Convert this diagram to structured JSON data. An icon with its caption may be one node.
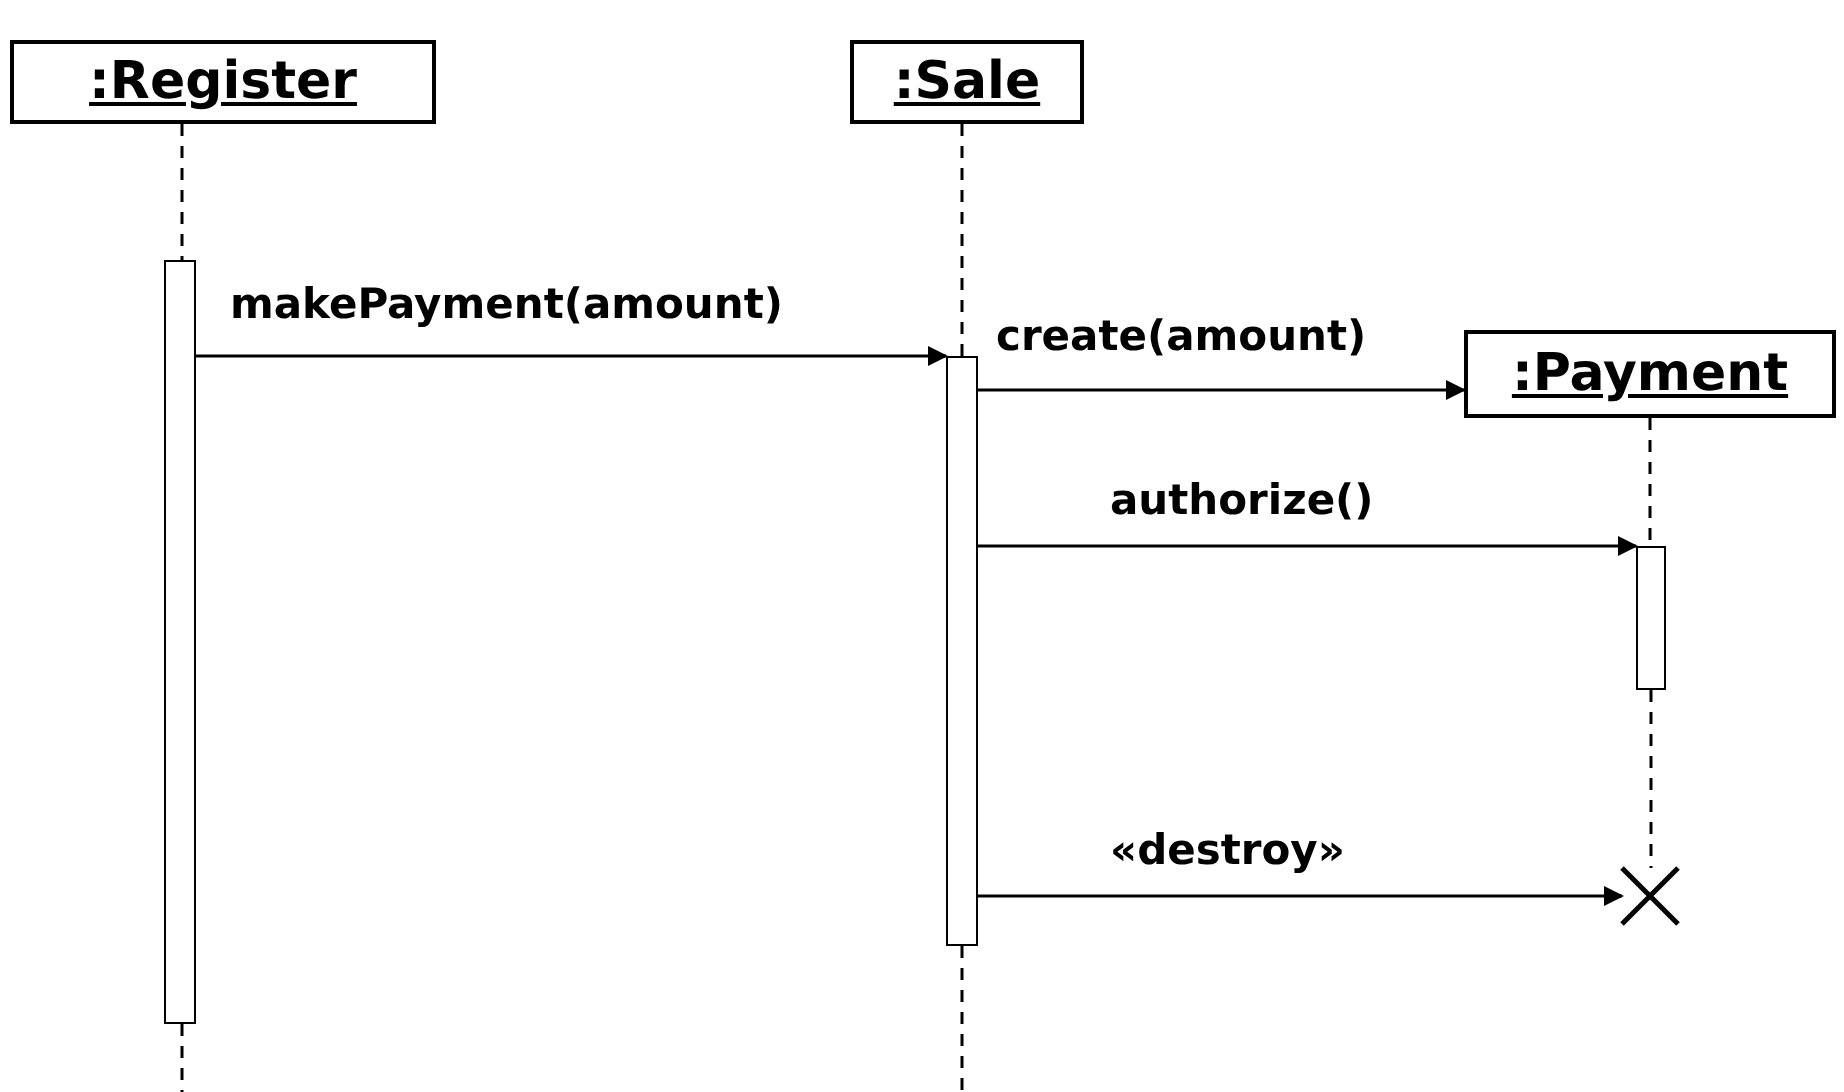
{
  "diagram": {
    "nodes": [
      {
        "text": [
          ":Register"
        ]
      },
      {
        "text": [
          ":Sale"
        ]
      },
      {
        "text": [
          ":Payment"
        ]
      },
      {
        "text": [],
        "shape": "bar"
      },
      {
        "text": [],
        "shape": "bar"
      },
      {
        "text": [],
        "shape": "bar"
      },
      {
        "text": [],
        "shape": "cross"
      }
    ],
    "edges": [
      {
        "from": 3,
        "to": 4,
        "arrow": "to",
        "label": "makePayment(amount)"
      },
      {
        "from": 4,
        "to": 2,
        "arrow": "to",
        "label": "create(amount)"
      },
      {
        "from": 4,
        "to": 5,
        "arrow": "to",
        "label": "authorize()"
      },
      {
        "from": 4,
        "to": 6,
        "arrow": "to",
        "label": "«destroy»"
      },
      {
        "from": 0,
        "to": 3,
        "arrow": "none",
        "style": "dashed"
      },
      {
        "from": 1,
        "to": 4,
        "arrow": "none",
        "style": "dashed"
      },
      {
        "from": 2,
        "to": 5,
        "arrow": "none",
        "style": "dashed"
      },
      {
        "from": 5,
        "to": 6,
        "arrow": "none",
        "style": "dashed"
      }
    ]
  }
}
